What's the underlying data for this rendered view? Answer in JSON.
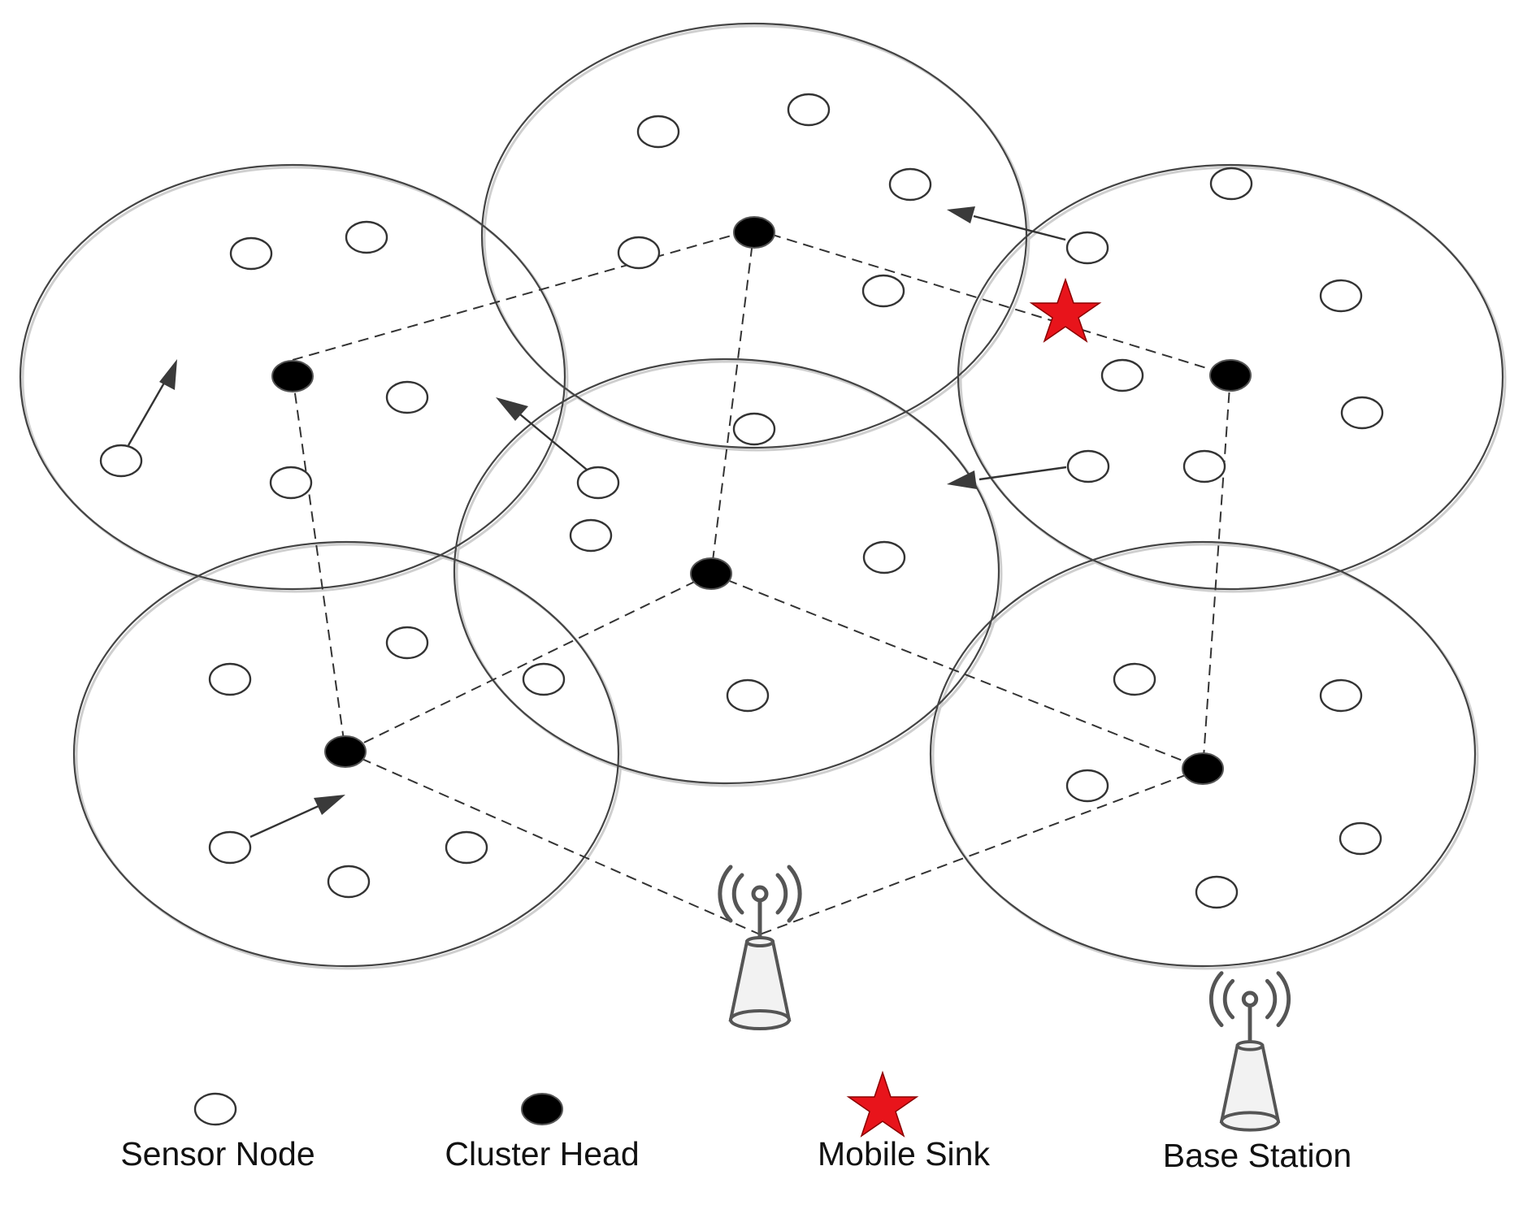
{
  "legend": {
    "sensor_node": "Sensor Node",
    "cluster_head": "Cluster Head",
    "mobile_sink": "Mobile Sink",
    "base_station": "Base Station"
  },
  "colors": {
    "mobile_sink": "#e8141b",
    "cluster_head": "#000000",
    "sensor_node": "#ffffff"
  }
}
